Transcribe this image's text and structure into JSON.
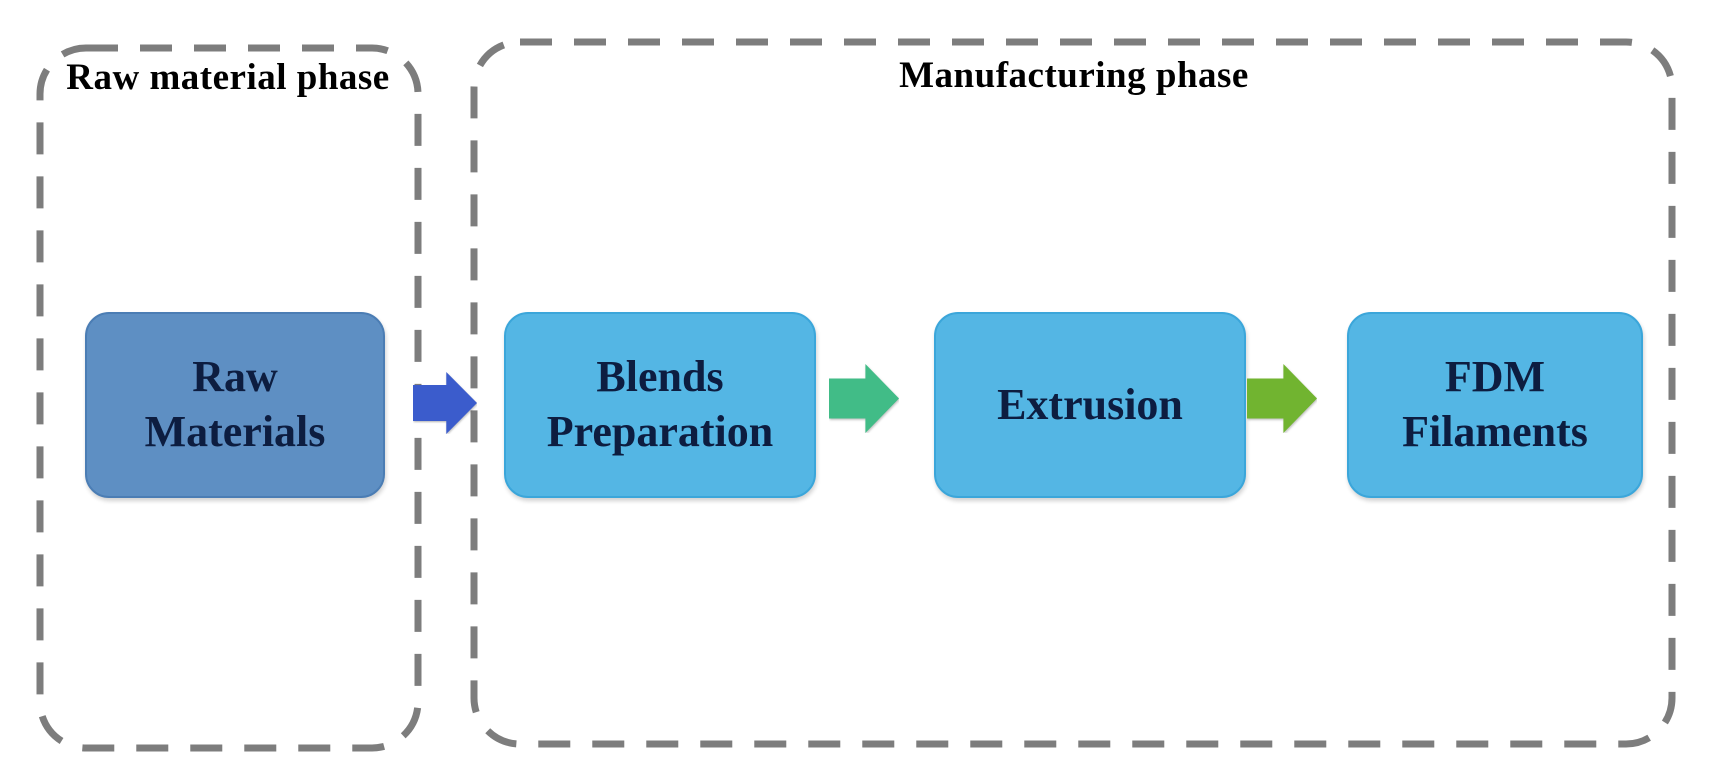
{
  "diagram": {
    "type": "process-flowchart",
    "phases": [
      {
        "id": "raw-material-phase",
        "label": "Raw material phase"
      },
      {
        "id": "manufacturing-phase",
        "label": "Manufacturing phase"
      }
    ],
    "nodes": [
      {
        "id": "raw-materials",
        "label": "Raw\nMaterials",
        "phase": "raw-material-phase"
      },
      {
        "id": "blends-preparation",
        "label": "Blends\nPreparation",
        "phase": "manufacturing-phase"
      },
      {
        "id": "extrusion",
        "label": "Extrusion",
        "phase": "manufacturing-phase"
      },
      {
        "id": "fdm-filaments",
        "label": "FDM\nFilaments",
        "phase": "manufacturing-phase"
      }
    ],
    "arrows": [
      {
        "id": "arrow-raw-to-blends",
        "from": "raw-materials",
        "to": "blends-preparation",
        "direction": "right",
        "color": "#3B5CCC"
      },
      {
        "id": "arrow-blends-to-extrusion",
        "from": "blends-preparation",
        "to": "extrusion",
        "direction": "right",
        "color": "#41BC87"
      },
      {
        "id": "arrow-extrusion-to-fdm",
        "from": "extrusion",
        "to": "fdm-filaments",
        "direction": "right",
        "color": "#71B430"
      }
    ],
    "colors": {
      "background": "#FFFFFF",
      "dashed_border": "#7D7D7D",
      "phase_label_text": "#000000",
      "raw_materials_box": "#5E8FC3",
      "raw_materials_box_border": "#4B7DB4",
      "process_box": "#54B6E4",
      "process_box_border": "#3BA6DA",
      "node_text": "#0D1D40"
    }
  }
}
